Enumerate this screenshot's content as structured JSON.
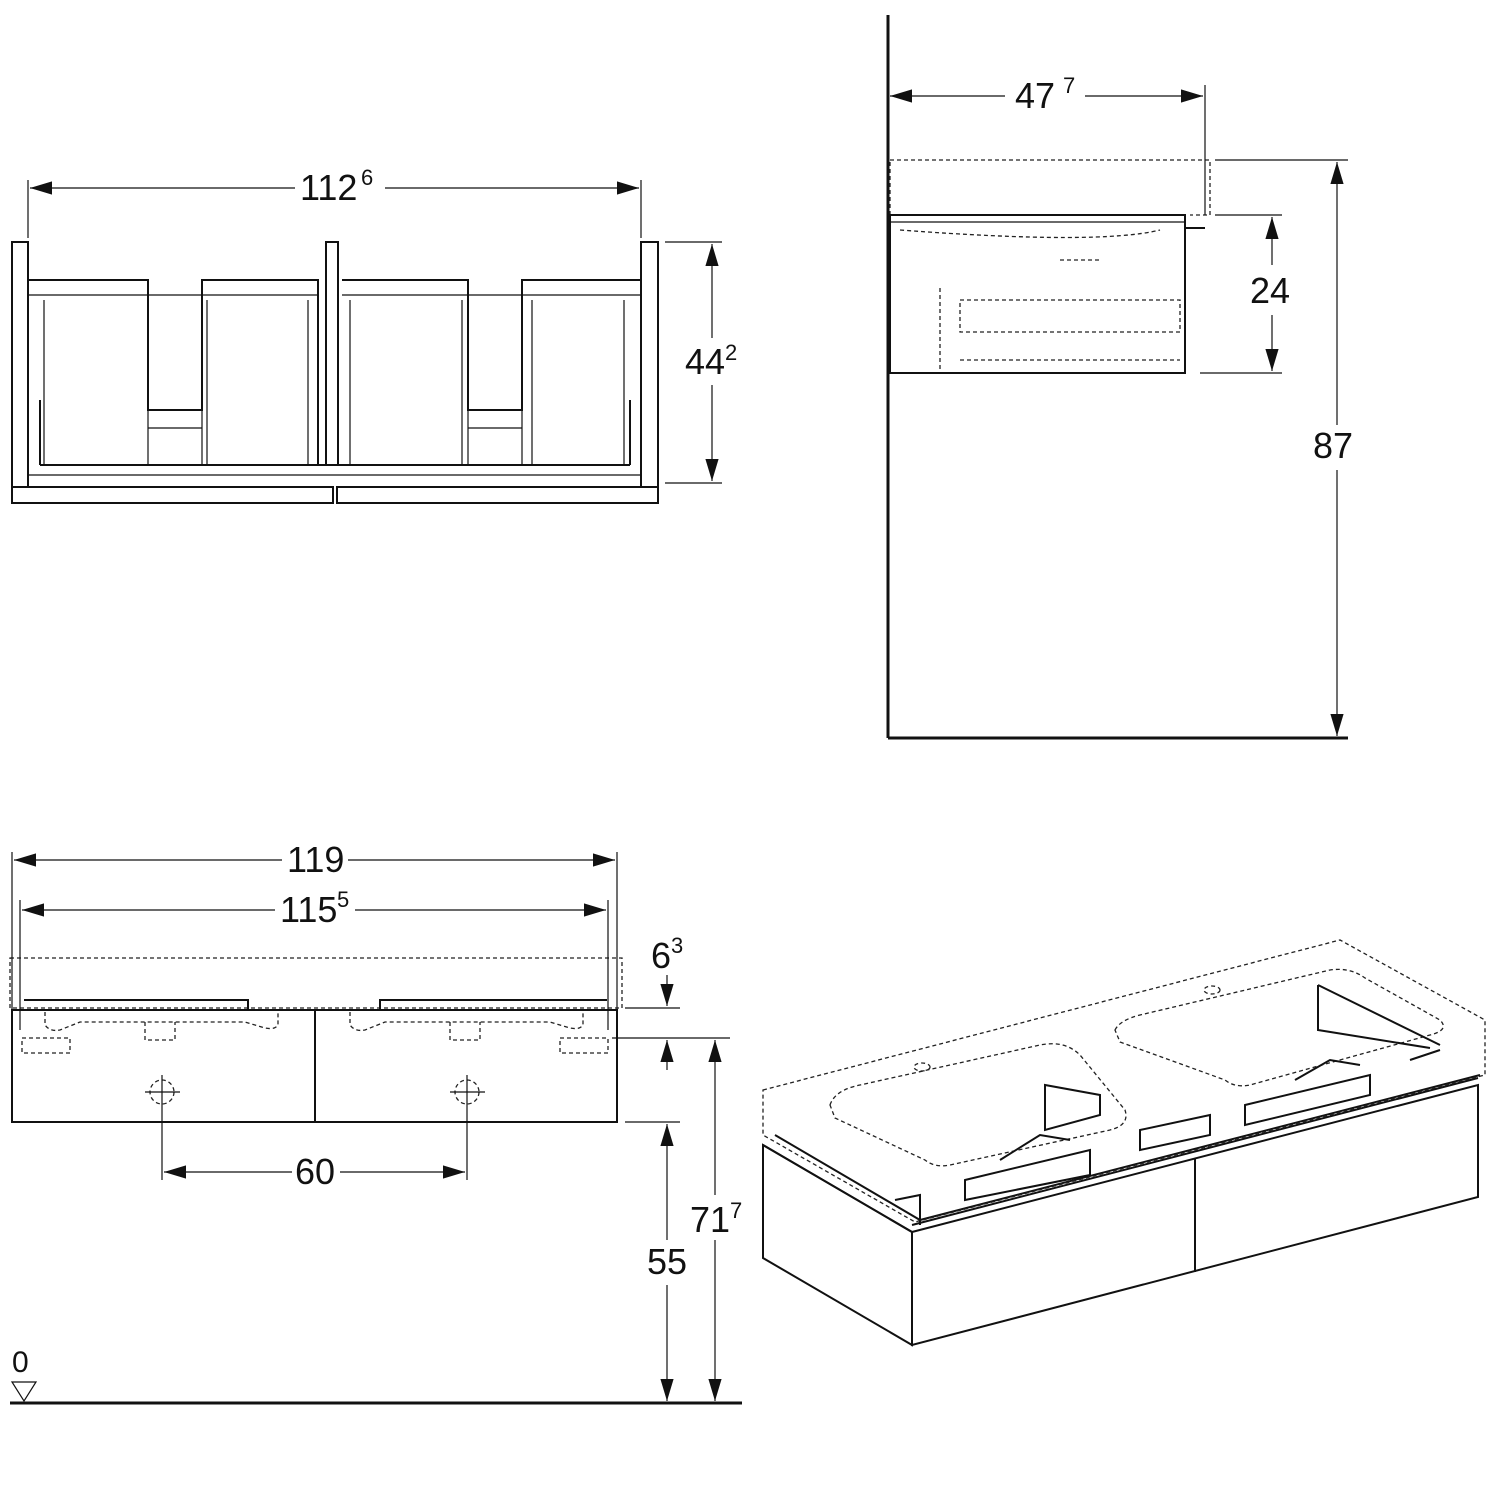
{
  "title": "Vanity unit dimension drawing",
  "top_view": {
    "width": {
      "main": "112",
      "sup": "6"
    },
    "height": {
      "main": "44",
      "sup": "2"
    }
  },
  "side_view": {
    "depth": {
      "main": "47",
      "sup": "7"
    },
    "cabinet_height": {
      "main": "24",
      "sup": ""
    },
    "total_height": {
      "main": "87",
      "sup": ""
    }
  },
  "front_view": {
    "overall_width": {
      "main": "119",
      "sup": ""
    },
    "inner_width": {
      "main": "115",
      "sup": "5"
    },
    "top_thickness": {
      "main": "6",
      "sup": "3"
    },
    "drain_spacing": {
      "main": "60",
      "sup": ""
    },
    "bottom_height": {
      "main": "55",
      "sup": ""
    },
    "top_height": {
      "main": "71",
      "sup": "7"
    },
    "floor_level": "0"
  }
}
